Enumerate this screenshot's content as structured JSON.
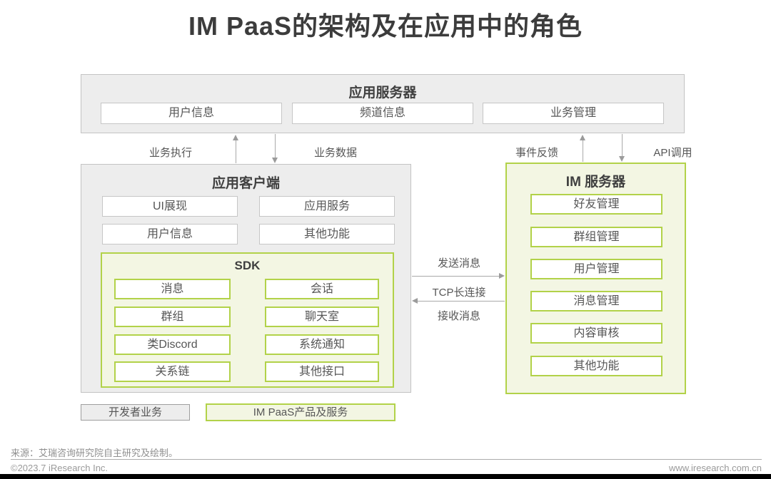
{
  "title": "IM PaaS的架构及在应用中的角色",
  "app_server": {
    "title": "应用服务器",
    "items": [
      "用户信息",
      "频道信息",
      "业务管理"
    ]
  },
  "top_flows": {
    "business_exec": "业务执行",
    "business_data": "业务数据",
    "event_feedback": "事件反馈",
    "api_call": "API调用"
  },
  "app_client": {
    "title": "应用客户端",
    "items": [
      "UI展现",
      "应用服务",
      "用户信息",
      "其他功能"
    ],
    "sdk": {
      "title": "SDK",
      "items": [
        "消息",
        "会话",
        "群组",
        "聊天室",
        "类Discord",
        "系统通知",
        "关系链",
        "其他接口"
      ]
    }
  },
  "middle_flows": {
    "send": "发送消息",
    "tcp": "TCP长连接",
    "receive": "接收消息"
  },
  "im_server": {
    "title": "IM 服务器",
    "items": [
      "好友管理",
      "群组管理",
      "用户管理",
      "消息管理",
      "内容审核",
      "其他功能"
    ]
  },
  "legend": {
    "developer": "开发者业务",
    "impaas": "IM PaaS产品及服务"
  },
  "footer": {
    "source": "来源：艾瑞咨询研究院自主研究及绘制。",
    "copyright": "©2023.7 iResearch Inc.",
    "website": "www.iresearch.com.cn"
  },
  "colors": {
    "green_border": "#b2d249",
    "green_fill": "#f3f6e3",
    "gray_fill": "#ededed",
    "gray_border": "#c3c3c3",
    "arrow_gray": "#a9a9a9",
    "title_text": "#3c3c3c",
    "body_text": "#565656",
    "footer_text": "#9a9a9a",
    "bottom_bar": "#000000"
  }
}
